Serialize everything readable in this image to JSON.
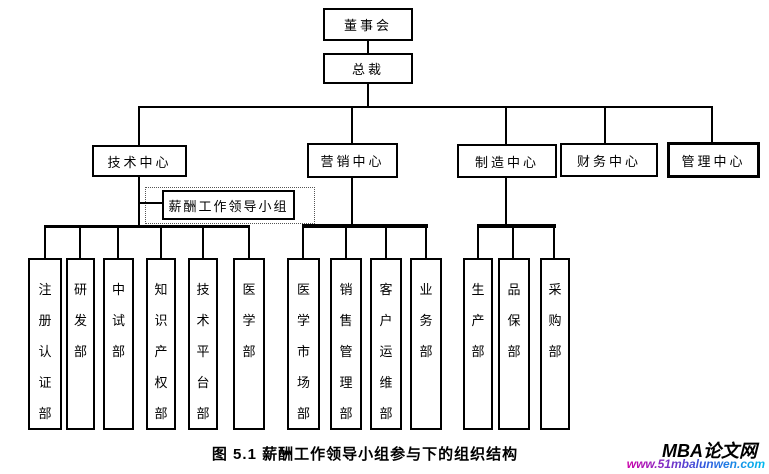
{
  "diagram": {
    "board": {
      "label": "董事会"
    },
    "president": {
      "label": "总裁"
    },
    "centers": [
      {
        "label": "技术中心"
      },
      {
        "label": "营销中心"
      },
      {
        "label": "制造中心"
      },
      {
        "label": "财务中心"
      },
      {
        "label": "管理中心"
      }
    ],
    "leading_group": {
      "label": "薪酬工作领导小组"
    },
    "departments": {
      "tech": [
        "注册认证部",
        "研发部",
        "中试部",
        "知识产权部",
        "技术平台部",
        "医学部"
      ],
      "marketing": [
        "医学市场部",
        "销售管理部",
        "客户运维部",
        "业务部"
      ],
      "manufacturing": [
        "生产部",
        "品保部",
        "采购部"
      ]
    },
    "line_color": "#000000",
    "background_color": "#ffffff"
  },
  "caption": {
    "text": "图 5.1 薪酬工作领导小组参与下的组织结构"
  },
  "watermark": {
    "name": "MBA论文网",
    "url": "www.51mbalunwen.com",
    "name_color": "#000000",
    "url_gradient_start": "#cc00aa",
    "url_gradient_end": "#00bbee"
  }
}
